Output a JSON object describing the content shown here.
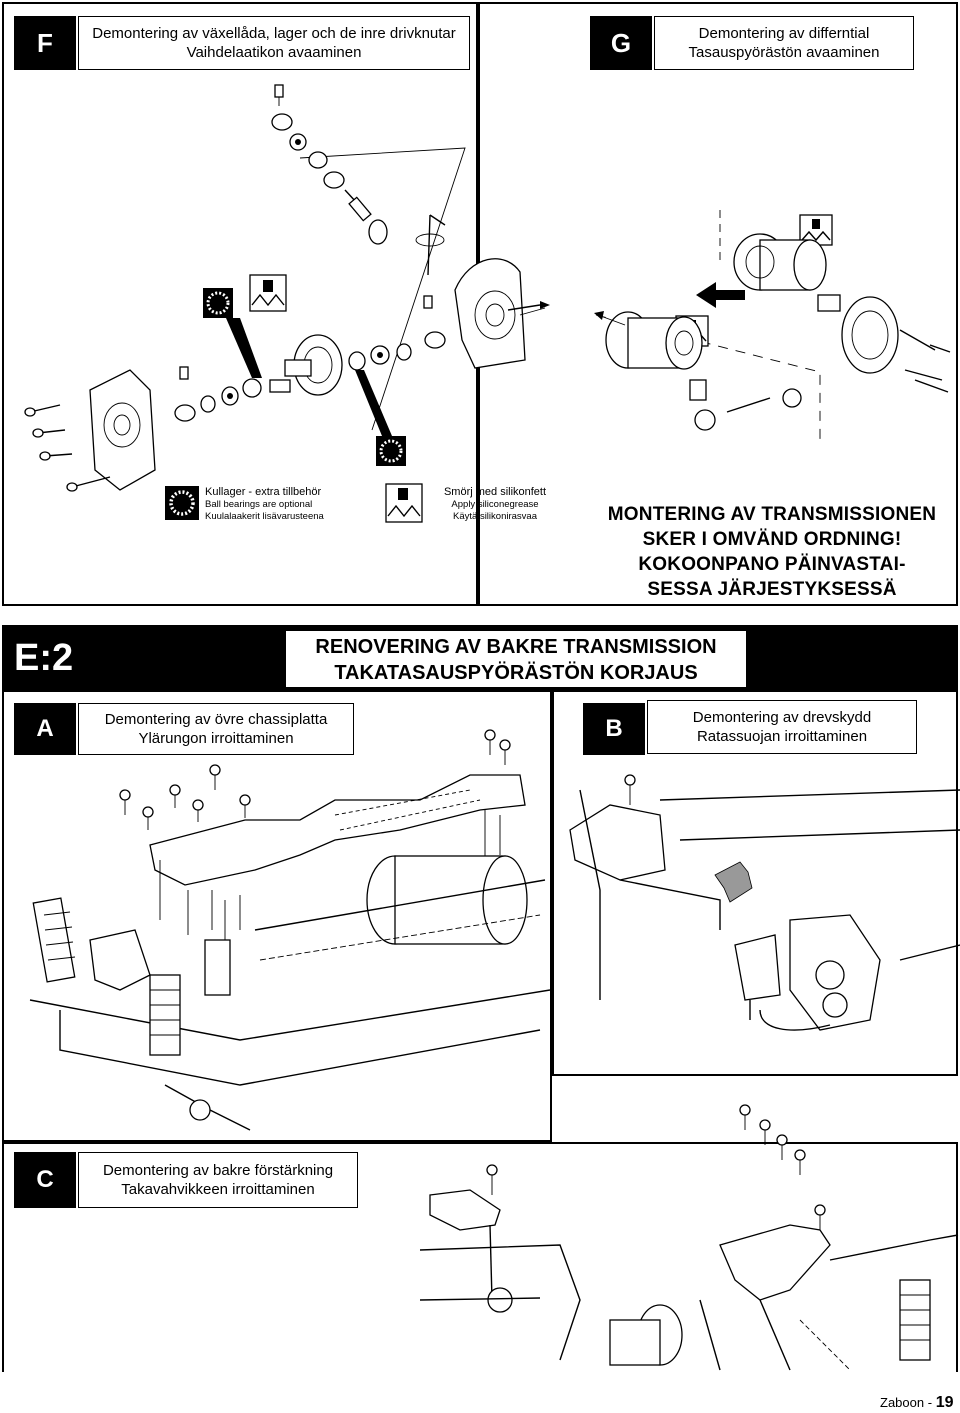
{
  "sectionF": {
    "tag": "F",
    "title_line1": "Demontering av växellåda, lager och de inre drivknutar",
    "title_line2": "Vaihdelaatikon avaaminen"
  },
  "sectionG": {
    "tag": "G",
    "title_line1": "Demontering av differntial",
    "title_line2": "Tasauspyörästön avaaminen"
  },
  "legend": {
    "bearings": {
      "line1": "Kullager - extra tillbehör",
      "line2": "Ball bearings are optional",
      "line3": "Kuulalaakerit lisävarusteena"
    },
    "grease": {
      "line1": "Smörj med silikonfett",
      "line2": "Apply siliconegrease",
      "line3": "Käytä silikonirasvaa"
    }
  },
  "assembly_note": {
    "line1": "MONTERING AV TRANSMISSIONEN",
    "line2": "SKER I OMVÄND ORDNING!",
    "line3": "KOKOONPANO PÄINVASTAI-",
    "line4": "SESSA JÄRJESTYKSESSÄ"
  },
  "section_header": {
    "tag": "E:2",
    "line1": "RENOVERING AV BAKRE TRANSMISSION",
    "line2": "TAKATASAUSPYÖRÄSTÖN KORJAUS"
  },
  "sectionA": {
    "tag": "A",
    "title_line1": "Demontering av övre chassiplatta",
    "title_line2": "Ylärungon irroittaminen"
  },
  "sectionB": {
    "tag": "B",
    "title_line1": "Demontering av drevskydd",
    "title_line2": "Ratassuojan irroittaminen"
  },
  "sectionC": {
    "tag": "C",
    "title_line1": "Demontering av bakre förstärkning",
    "title_line2": "Takavahvikkeen irroittaminen"
  },
  "footer": {
    "brand": "Zaboon",
    "separator": "-",
    "page": "19"
  },
  "colors": {
    "ink": "#000000",
    "paper": "#ffffff",
    "arrow_gray": "#999999"
  }
}
